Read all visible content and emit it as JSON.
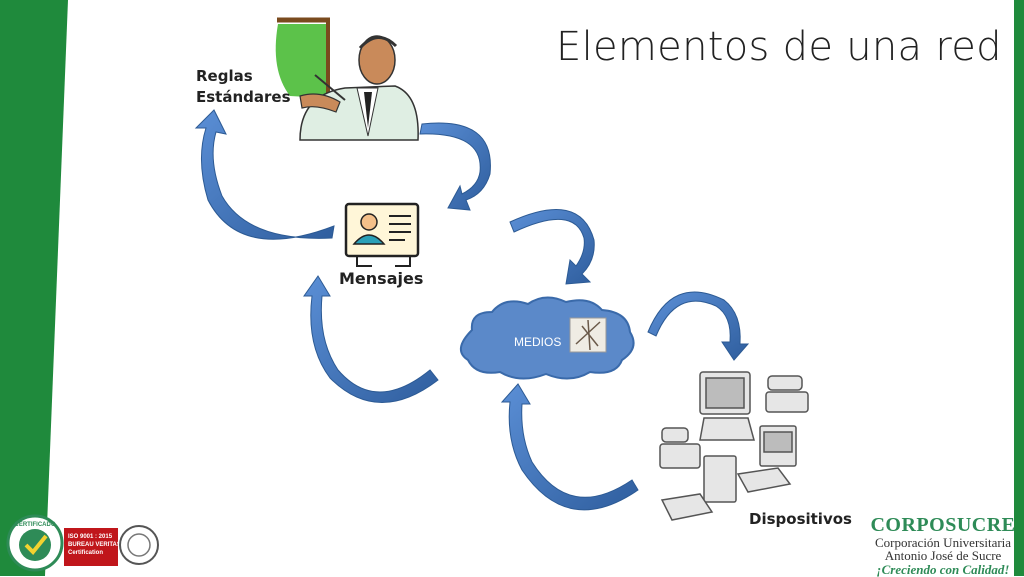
{
  "slide": {
    "title": "Elementos de una red",
    "labels": {
      "reglas_line1": "Reglas",
      "reglas_line2": "Estándares",
      "mensajes": "Mensajes",
      "medios": "MEDIOS",
      "dispositivos": "Dispositivos"
    }
  },
  "footer": {
    "certificado": "CERTIFICADO",
    "iso_line1": "ISO 9001 : 2015",
    "iso_line2": "BUREAU VERITAS",
    "iso_line3": "Certification",
    "corpo_name": "CORPOSUCRE",
    "corpo_line1": "Corporación Universitaria",
    "corpo_line2": "Antonio José de Sucre",
    "corpo_slogan": "¡Creciendo con Calidad!"
  },
  "colors": {
    "green_band": "#1f8a3c",
    "arrow_blue": "#4a79bd",
    "arrow_dark": "#2c5a94",
    "cloud_blue": "#5b89c9",
    "brand_green": "#2e8b57",
    "iso_red": "#c0161b"
  }
}
